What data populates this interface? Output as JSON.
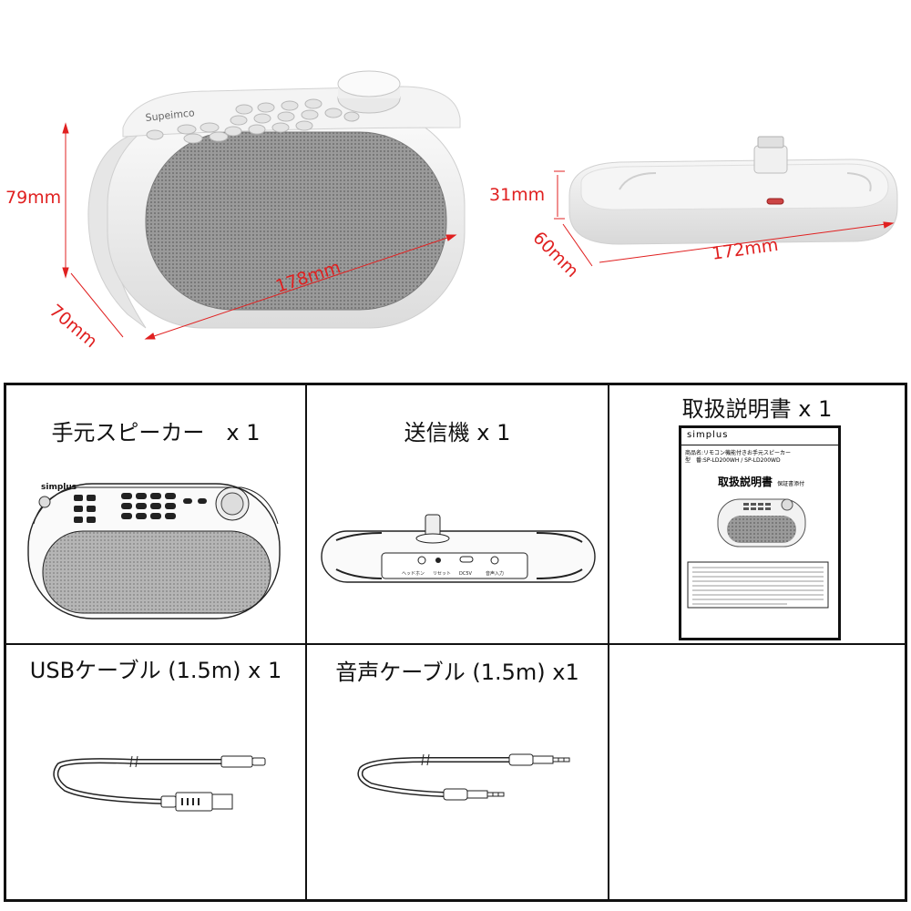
{
  "speaker_photo": {
    "brand": "Supeimco",
    "dim_height": "79mm",
    "dim_depth": "70mm",
    "dim_width": "178mm"
  },
  "transmitter_photo": {
    "dim_height": "31mm",
    "dim_depth": "60mm",
    "dim_width": "172mm"
  },
  "contents": [
    {
      "label": "手元スピーカー　x 1",
      "icon": "speaker-line-drawing"
    },
    {
      "label": "送信機 x 1",
      "icon": "transmitter-line-drawing"
    },
    {
      "label": "取扱説明書 x 1",
      "icon": "manual-booklet"
    },
    {
      "label": "USBケーブル (1.5m) x 1",
      "icon": "usb-cable-drawing"
    },
    {
      "label": "音声ケーブル (1.5m) x1",
      "icon": "audio-cable-drawing"
    }
  ],
  "manual": {
    "brand": "simplus",
    "product_line": "商品名:リモコン機能付きお手元スピーカー",
    "model_line": "型　番:SP-LD200WH / SP-LD200WD",
    "title": "取扱説明書",
    "title_sub": "保証書添付"
  },
  "drawing_labels": {
    "speaker_brand": "simplus",
    "port_headphone": "ヘッドホン",
    "port_reset": "リセット",
    "port_power": "DC5V",
    "port_audio": "音声入力"
  },
  "colors": {
    "dimension": "#e02020",
    "border": "#111111",
    "speaker_body": "#f2f2f2",
    "grille": "#8c8c8c"
  }
}
